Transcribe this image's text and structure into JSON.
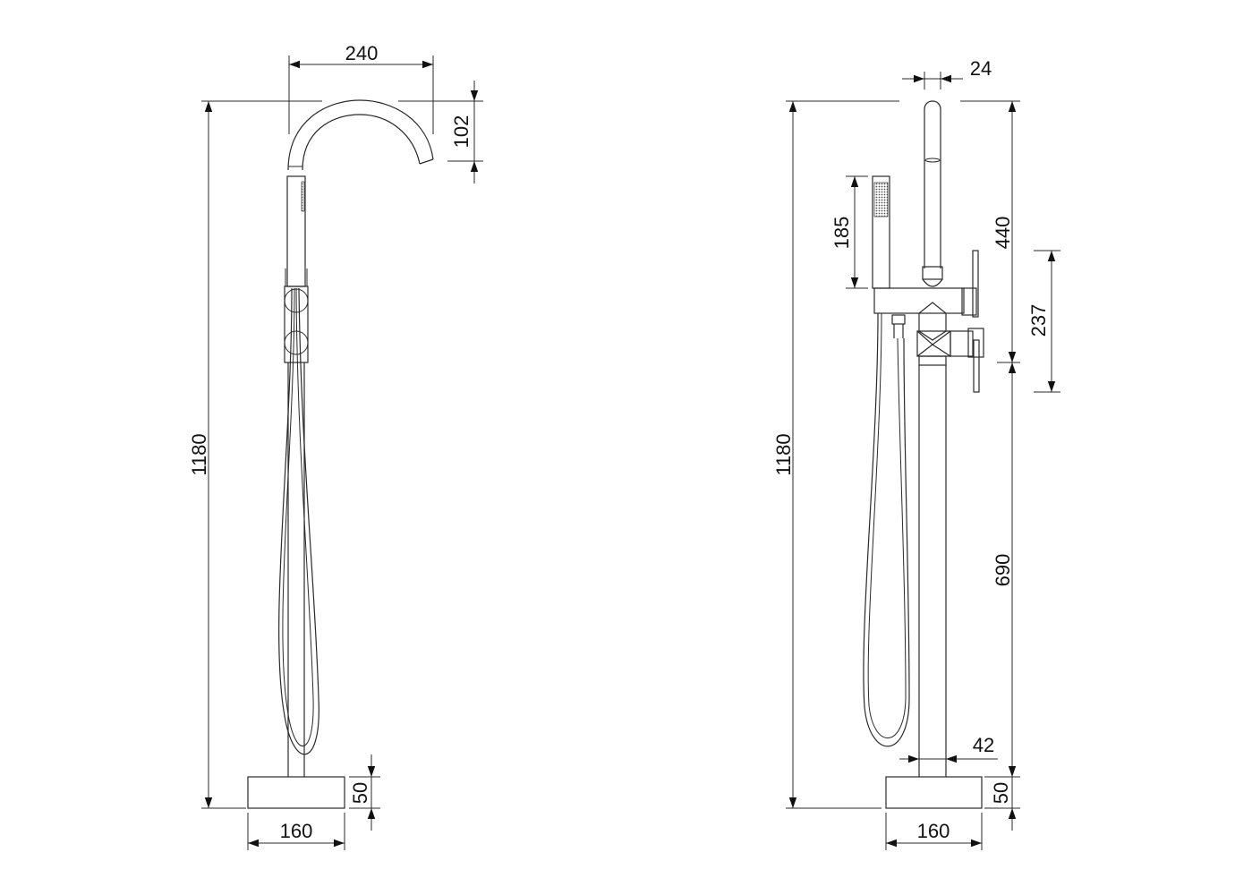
{
  "left_view": {
    "dimensions": {
      "total_height": "1180",
      "spout_reach": "240",
      "spout_drop": "102",
      "base_height": "50",
      "base_width": "160"
    }
  },
  "right_view": {
    "dimensions": {
      "spout_diameter": "24",
      "total_height": "1180",
      "hand_shower_length": "185",
      "upper_height": "440",
      "handle_height": "237",
      "column_height": "690",
      "column_diameter": "42",
      "base_height": "50",
      "base_width": "160"
    }
  },
  "colors": {
    "line": "#2a2a2a",
    "background": "#ffffff"
  }
}
